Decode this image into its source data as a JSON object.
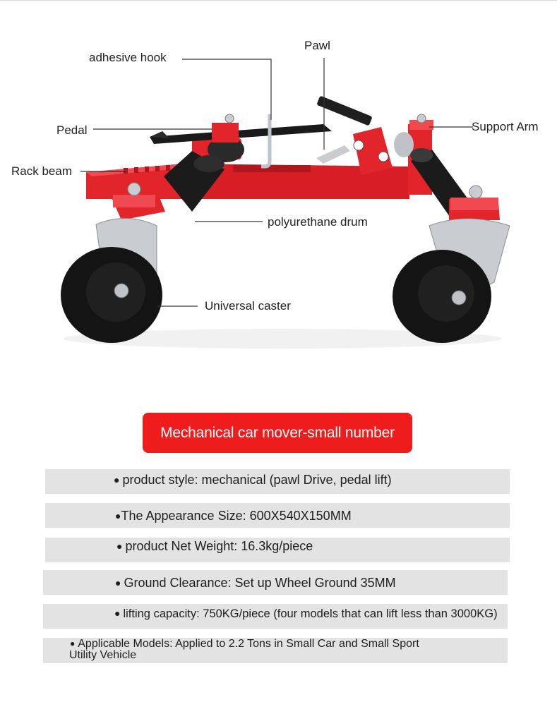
{
  "diagram": {
    "labels": {
      "adhesive_hook": "adhesive hook",
      "pawl": "Pawl",
      "pedal": "Pedal",
      "support_arm": "Support Arm",
      "rack_beam": "Rack beam",
      "polyurethane_drum": "polyurethane drum",
      "universal_caster": "Universal caster"
    },
    "colors": {
      "frame": "#e2242b",
      "frame_dark": "#b0161c",
      "drum": "#1b1b1b",
      "tire": "#141414",
      "metal": "#c9cdd2"
    }
  },
  "title": "Mechanical car mover-small number",
  "specs": [
    {
      "bullet": "●",
      "text": "product style: mechanical (pawl Drive, pedal lift)"
    },
    {
      "bullet": "●",
      "text": "The Appearance Size: 600X540X150MM"
    },
    {
      "bullet": "●",
      "text": "product Net Weight: 16.3kg/piece"
    },
    {
      "bullet": "●",
      "text": "Ground Clearance: Set up Wheel Ground 35MM"
    },
    {
      "bullet": "●",
      "text": "lifting capacity: 750KG/piece (four models that can lift less than 3000KG)"
    },
    {
      "bullet": "●",
      "text": "Applicable Models: Applied to 2.2 Tons in Small Car and Small Sport",
      "text2": "Utility Vehicle"
    }
  ],
  "accent_color": "#ee1c1c"
}
